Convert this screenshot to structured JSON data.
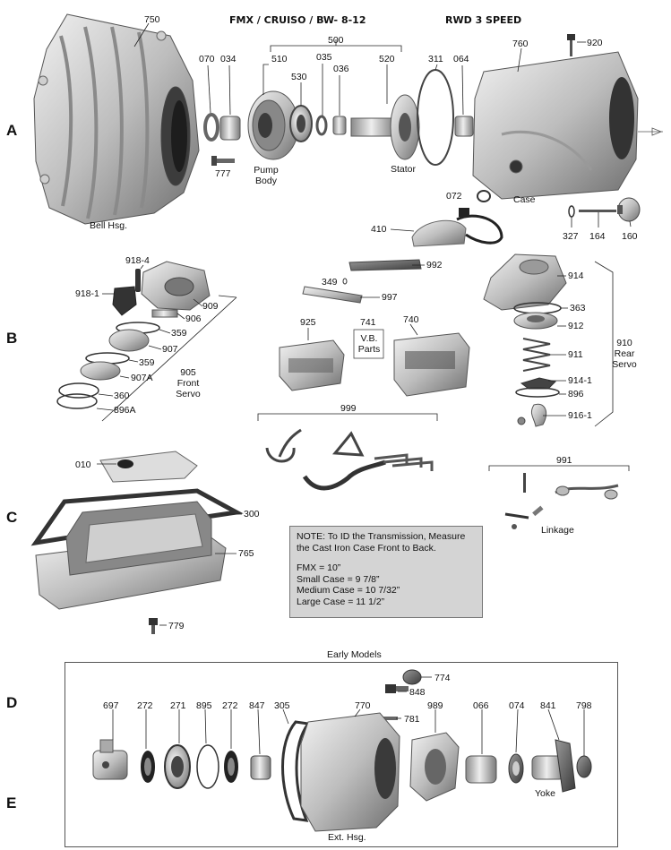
{
  "header": {
    "title_left": "FMX / CRUISO / BW- 8-12",
    "title_right": "RWD 3 SPEED"
  },
  "rows": [
    "A",
    "B",
    "C",
    "D",
    "E"
  ],
  "labels": {
    "p750": "750",
    "p070": "070",
    "p034": "034",
    "p500": "500",
    "p510": "510",
    "p530": "530",
    "p035": "035",
    "p036": "036",
    "p520": "520",
    "p311": "311",
    "p064": "064",
    "p760": "760",
    "p920": "920",
    "p777": "777",
    "pump_body": "Pump\nBody",
    "stator": "Stator",
    "case": "Case",
    "bell_hsg": "Bell Hsg.",
    "p072": "072",
    "p327": "327",
    "p164": "164",
    "p160": "160",
    "p410": "410",
    "p992": "992",
    "p349": "349",
    "p997": "997",
    "p914": "914",
    "p363": "363",
    "p912": "912",
    "p911": "911",
    "p914_1": "914-1",
    "p896": "896",
    "p916_1": "916-1",
    "p910": "910\nRear\nServo",
    "p918_4": "918-4",
    "p918_1": "918-1",
    "p909": "909",
    "p906": "906",
    "p359a": "359",
    "p907": "907",
    "p359b": "359",
    "p907a": "907A",
    "p905": "905\nFront\nServo",
    "p360": "360",
    "p896a": "896A",
    "p925": "925",
    "p741": "741",
    "vb_parts": "V.B.\nParts",
    "p740": "740",
    "p999": "999",
    "p991": "991",
    "linkage": "Linkage",
    "p010": "010",
    "p300": "300",
    "p765": "765",
    "p779": "779",
    "early_models": "Early Models",
    "p774": "774",
    "p848": "848",
    "p781": "781",
    "p697": "697",
    "p272a": "272",
    "p271": "271",
    "p895": "895",
    "p272b": "272",
    "p847": "847",
    "p305": "305",
    "p770": "770",
    "p989": "989",
    "p066": "066",
    "p074": "074",
    "p841": "841",
    "p798": "798",
    "yoke": "Yoke",
    "ext_hsg": "Ext. Hsg."
  },
  "note": {
    "line1": "NOTE: To ID the Transmission, Measure",
    "line2": "the Cast Iron Case Front to Back.",
    "line3": "FMX = 10”",
    "line4": "Small Case = 9 7/8”",
    "line5": "Medium Case = 10 7/32”",
    "line6": "Large Case = 11 1/2”"
  },
  "colors": {
    "metal_light": "#d9d9d9",
    "metal_mid": "#a8a8a8",
    "metal_dark": "#555555",
    "note_bg": "#d4d4d4"
  }
}
